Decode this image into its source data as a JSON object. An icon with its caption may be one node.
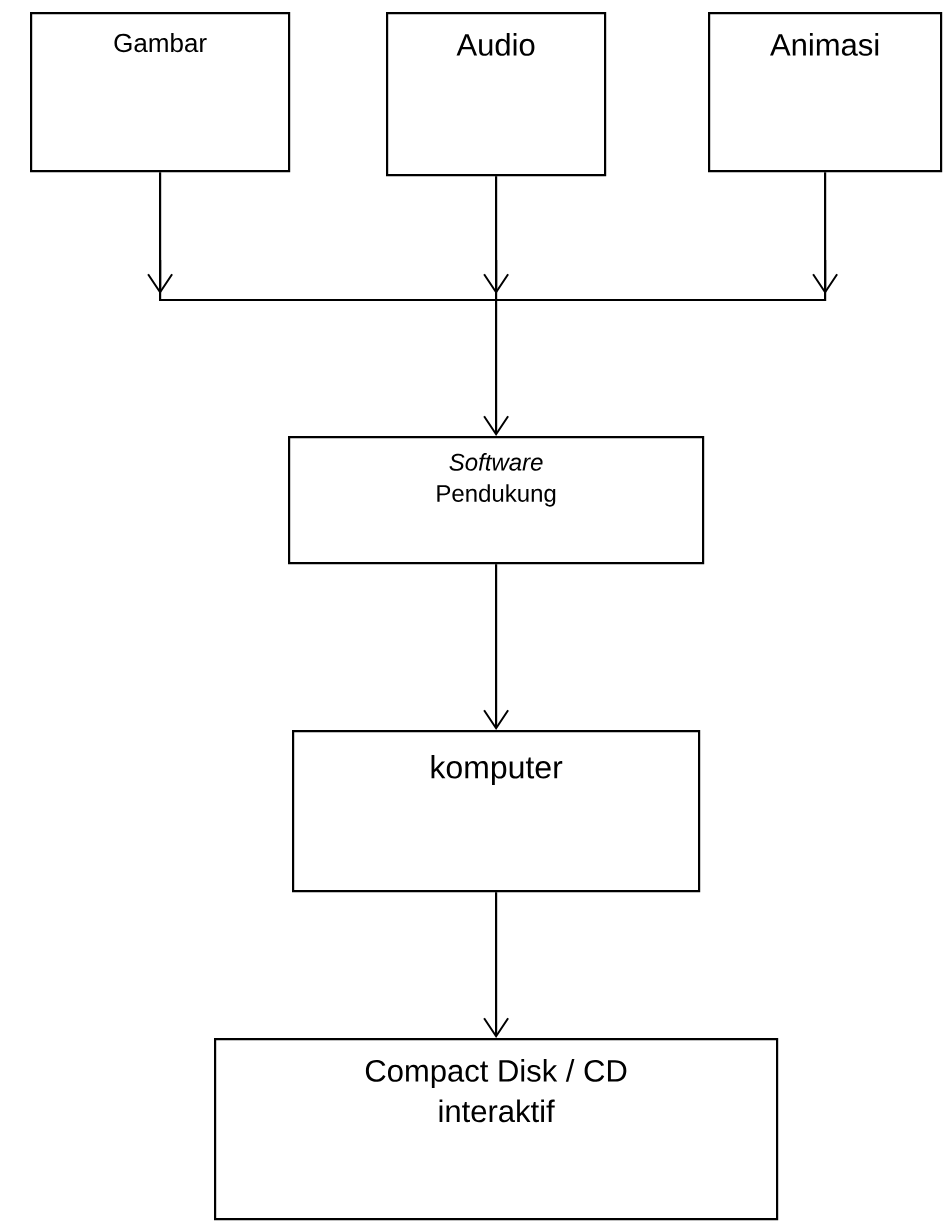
{
  "diagram": {
    "nodes": [
      {
        "text": [
          "Gambar"
        ]
      },
      {
        "text": [
          "Audio"
        ]
      },
      {
        "text": [
          "Animasi"
        ]
      },
      {
        "text": [
          "Software",
          "Pendukung"
        ]
      },
      {
        "text": [
          "komputer"
        ]
      },
      {
        "text": [
          "Compact Disk / CD interaktif"
        ]
      }
    ],
    "edges": [
      {
        "from": 0,
        "to": 3,
        "arrow": "to"
      },
      {
        "from": 1,
        "to": 3,
        "arrow": "to"
      },
      {
        "from": 2,
        "to": 3,
        "arrow": "to"
      },
      {
        "from": 3,
        "to": 4,
        "arrow": "to"
      },
      {
        "from": 4,
        "to": 5,
        "arrow": "to"
      }
    ]
  }
}
